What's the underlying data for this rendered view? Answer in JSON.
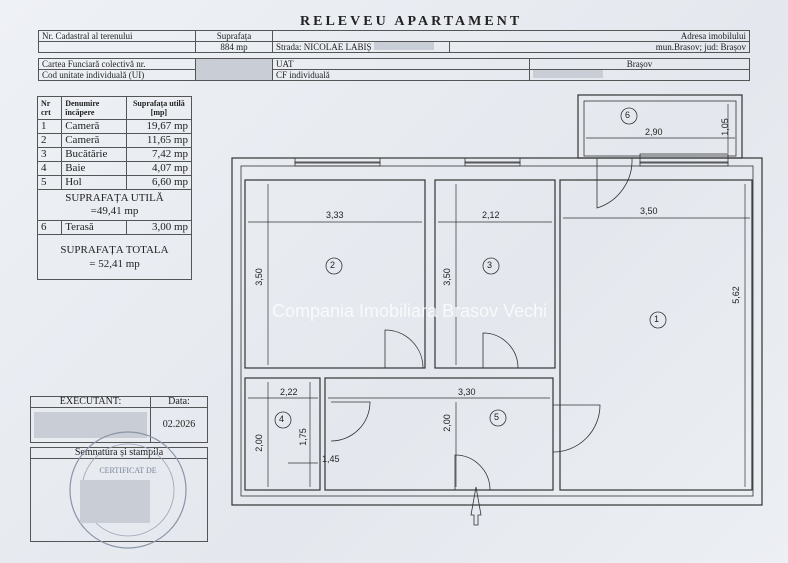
{
  "title": "RELEVEU APARTAMENT",
  "header": {
    "cadastral_label": "Nr. Cadastral al terenului",
    "surface_label": "Suprafața",
    "surface_value": "884 mp",
    "address_label": "Adresa imobilului",
    "street": "Strada: NICOLAE LABIȘ",
    "city": "mun.Brasov;  jud: Brașov",
    "cf_label": "Cartea Funciară colectivă nr.",
    "ui_label": "Cod unitate individuală (UI)",
    "uat_label": "UAT",
    "uat_value": "Brașov",
    "cf_ind_label": "CF individuală"
  },
  "rooms_table": {
    "headers": [
      "Nr crt",
      "Denumire încăpere",
      "Suprafața utilă [mp]"
    ],
    "rows": [
      [
        "1",
        "Cameră",
        "19,67 mp"
      ],
      [
        "2",
        "Cameră",
        "11,65 mp"
      ],
      [
        "3",
        "Bucătărie",
        "7,42 mp"
      ],
      [
        "4",
        "Baie",
        "4,07 mp"
      ],
      [
        "5",
        "Hol",
        "6,60 mp"
      ]
    ],
    "useful_label": "SUPRAFAȚA UTILĂ",
    "useful_value": "=49,41 mp",
    "terrace": [
      "6",
      "Terasă",
      "3,00 mp"
    ],
    "total_label": "SUPRAFAȚA TOTALA",
    "total_value": "= 52,41 mp"
  },
  "executant": {
    "label": "EXECUTANT:",
    "date_label": "Data:",
    "date_value": "02.2026",
    "signature_label": "Semnatura și stampila",
    "stamp_text": "CERTIFICAT DE"
  },
  "watermark": "Compania Imobiliara Brasov Vechi",
  "plan": {
    "room_numbers": [
      "1",
      "2",
      "3",
      "4",
      "5",
      "6"
    ],
    "dims": {
      "r6_w": "2,90",
      "r6_h": "1,05",
      "r2_w": "3,33",
      "r3_w": "2,12",
      "r1_w": "3,50",
      "r2_h": "3,50",
      "r3_h": "3,50",
      "r1_h": "5,62",
      "r4_w": "2,22",
      "hall_w": "3,30",
      "r4_h": "2,00",
      "r4_inner_h": "1,75",
      "r4_inner_w": "1,45",
      "hall_h": "2,00"
    }
  }
}
